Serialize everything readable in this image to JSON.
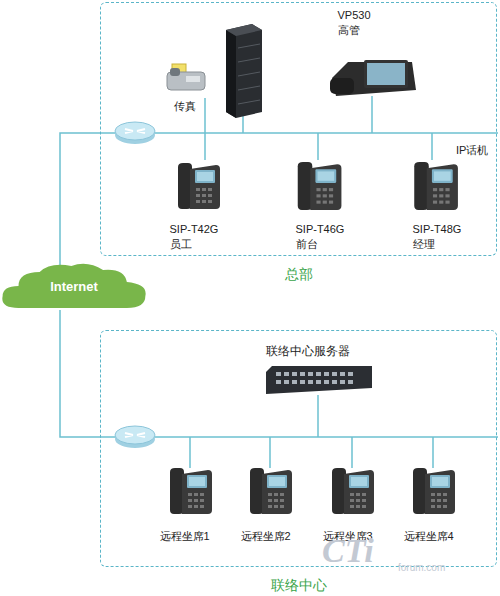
{
  "diagram": {
    "nodes": [
      {
        "text": [
          "总部"
        ]
      },
      {
        "text": [
          "传真"
        ],
        "in": 0
      },
      {
        "text": [
          "VP530 高管"
        ],
        "in": 0
      },
      {
        "text": [
          "SIP-T42G 员工"
        ],
        "in": 0
      },
      {
        "text": [
          "SIP-T46G 前台"
        ],
        "in": 0
      },
      {
        "text": [
          "SIP-T48G 经理"
        ],
        "in": 0
      },
      {
        "text": [
          "Internet"
        ]
      },
      {
        "text": [
          "联络中心"
        ]
      },
      {
        "text": [
          "联络中心服务器"
        ],
        "in": 7
      },
      {
        "text": [
          "远程坐席1"
        ],
        "in": 7
      },
      {
        "text": [
          "远程坐席2"
        ],
        "in": 7
      },
      {
        "text": [
          "远程坐席3"
        ],
        "in": 7
      },
      {
        "text": [
          "远程坐席4"
        ],
        "in": 7
      }
    ],
    "edges": [
      {
        "from": 6,
        "to": 0,
        "arrow": "none"
      },
      {
        "from": 6,
        "to": 7,
        "arrow": "none"
      }
    ],
    "labels": [
      "IP话机",
      "CTi",
      "forum.com"
    ]
  }
}
